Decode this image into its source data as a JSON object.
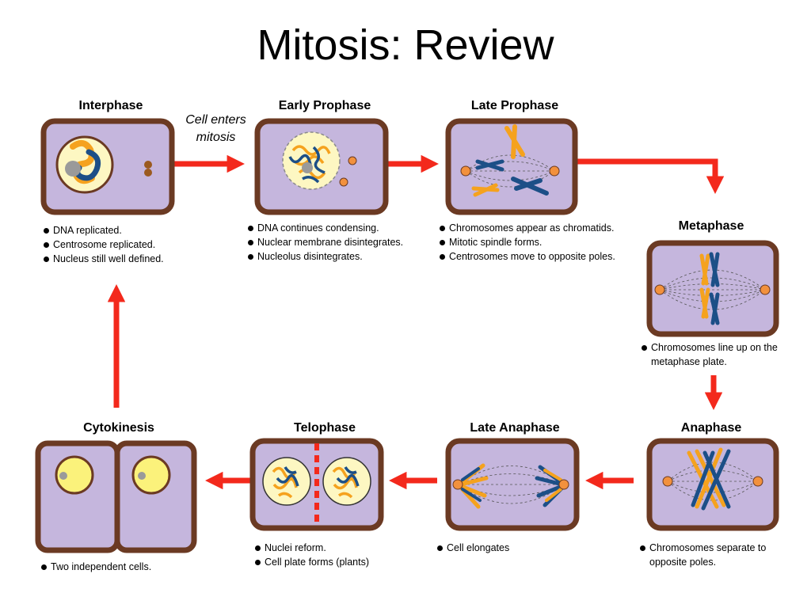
{
  "title": "Mitosis: Review",
  "colors": {
    "cell_border": "#6b3a23",
    "cell_fill": "#c5b6dd",
    "nucleus_fill": "#fdf7c2",
    "chromatid_orange": "#f5a21e",
    "chromatid_blue": "#1c4f87",
    "centrosome": "#f2913d",
    "arrow": "#f3291c"
  },
  "caption": {
    "line1": "Cell enters",
    "line2": "mitosis"
  },
  "phases": {
    "interphase": {
      "label": "Interphase",
      "notes": [
        "DNA replicated.",
        "Centrosome replicated.",
        "Nucleus still well defined."
      ]
    },
    "early_prophase": {
      "label": "Early Prophase",
      "notes": [
        "DNA continues condensing.",
        "Nuclear membrane disintegrates.",
        "Nucleolus disintegrates."
      ]
    },
    "late_prophase": {
      "label": "Late Prophase",
      "notes": [
        "Chromosomes appear as chromatids.",
        "Mitotic spindle forms.",
        "Centrosomes move to opposite poles."
      ]
    },
    "metaphase": {
      "label": "Metaphase",
      "notes": [
        "Chromosomes line up on the metaphase plate."
      ]
    },
    "anaphase": {
      "label": "Anaphase",
      "notes": [
        "Chromosomes separate to opposite poles."
      ]
    },
    "late_anaphase": {
      "label": "Late Anaphase",
      "notes": [
        "Cell elongates"
      ]
    },
    "telophase": {
      "label": "Telophase",
      "notes": [
        "Nuclei reform.",
        "Cell plate forms (plants)"
      ]
    },
    "cytokinesis": {
      "label": "Cytokinesis",
      "notes": [
        "Two independent cells."
      ]
    }
  }
}
